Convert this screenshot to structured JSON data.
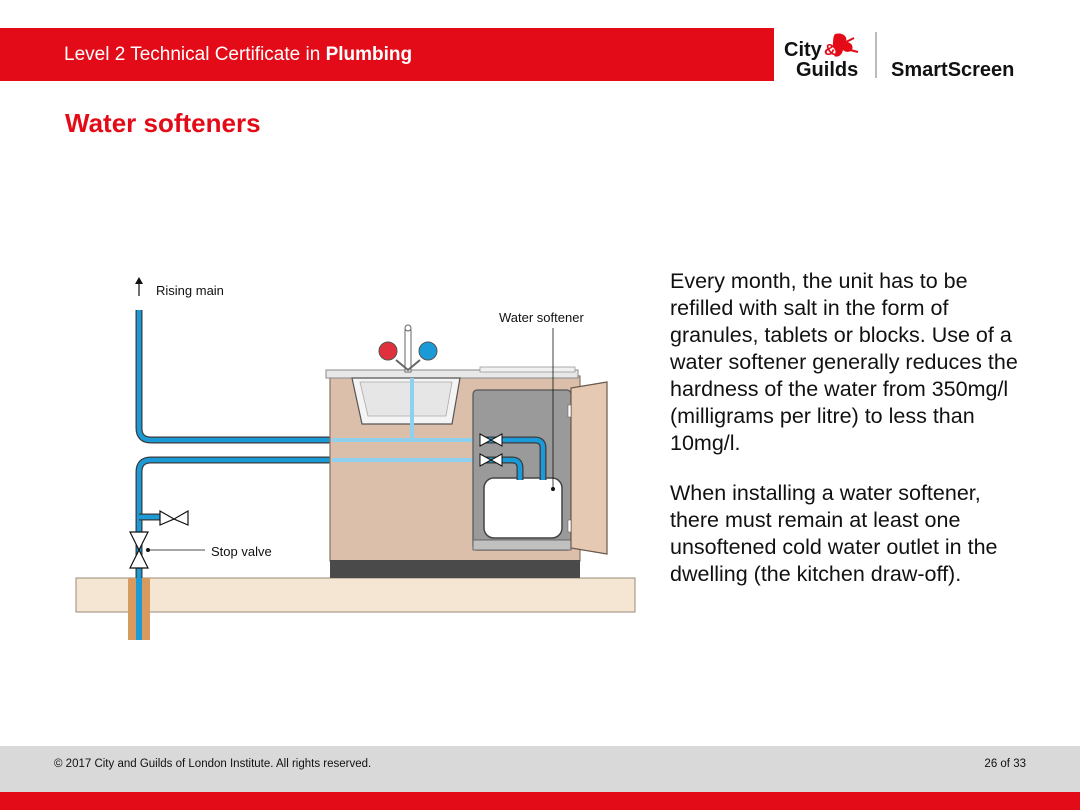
{
  "header": {
    "title_prefix": "Level 2 Technical Certificate in ",
    "title_bold": "Plumbing"
  },
  "logo": {
    "city": "City",
    "amp": "&",
    "guilds": "Guilds",
    "product": "SmartScreen"
  },
  "slide": {
    "title": "Water softeners"
  },
  "diagram": {
    "label_rising_main": "Rising main",
    "label_water_softener": "Water softener",
    "label_stop_valve": "Stop valve"
  },
  "content": {
    "paragraph1": "Every month, the unit has to be refilled with salt in the form of granules, tablets or blocks. Use of a water softener generally reduces the hardness of the water from 350mg/l (milligrams per litre) to less than 10mg/l.",
    "paragraph2": "When installing a water softener, there must remain at least one unsoftened cold water outlet in the dwelling (the kitchen draw-off)."
  },
  "footer": {
    "copyright": "© 2017 City and Guilds of London Institute. All rights reserved.",
    "page": "26 of 33"
  },
  "colors": {
    "brand_red": "#e30b17",
    "pipe_blue": "#1a9bd7",
    "footer_grey": "#d9d9d9"
  }
}
